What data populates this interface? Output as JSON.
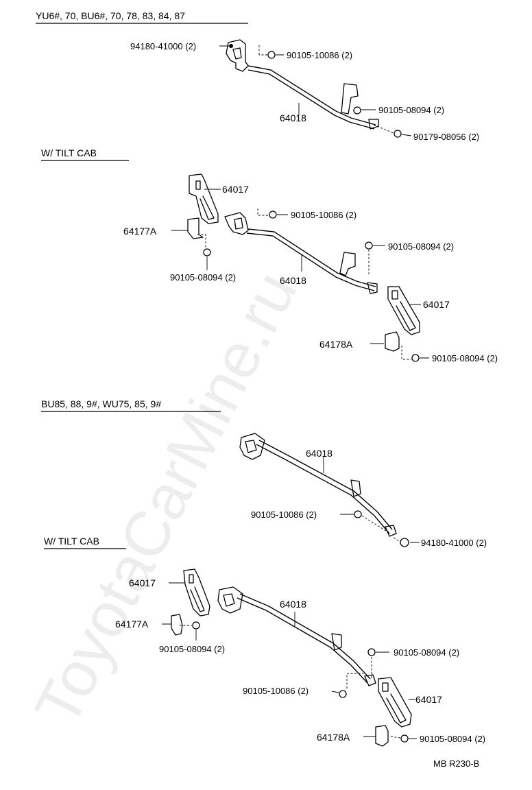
{
  "sections": [
    {
      "header": "YU6#, 70, BU6#, 70, 78, 83, 84, 87",
      "labels": {
        "p1": "94180-41000 (2)",
        "p2": "90105-10086 (2)",
        "p3": "90105-08094 (2)",
        "p4": "64018",
        "p5": "90179-08056 (2)"
      }
    },
    {
      "header": "W/ TILT CAB",
      "labels": {
        "p1": "64017",
        "p2": "90105-10086 (2)",
        "p3": "64177A",
        "p4": "90105-08094 (2)",
        "p5": "90105-08094 (2)",
        "p6": "64018",
        "p7": "64017",
        "p8": "64178A",
        "p9": "90105-08094 (2)"
      }
    },
    {
      "header": "BU85, 88, 9#, WU75, 85, 9#",
      "labels": {
        "p1": "64018",
        "p2": "90105-10086 (2)",
        "p3": "94180-41000 (2)"
      }
    },
    {
      "header": "W/ TILT CAB",
      "labels": {
        "p1": "64017",
        "p2": "64018",
        "p3": "64177A",
        "p4": "90105-08094 (2)",
        "p5": "90105-08094 (2)",
        "p6": "90105-10086 (2)",
        "p7": "64017",
        "p8": "64178A",
        "p9": "90105-08094 (2)"
      }
    }
  ],
  "footer": {
    "code": "MB R230-B"
  },
  "watermark": "ToyotaCarMine.ru"
}
